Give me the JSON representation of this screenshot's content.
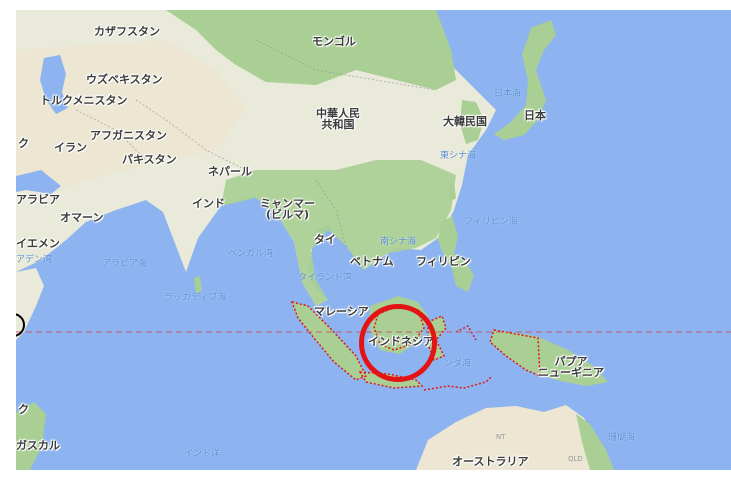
{
  "labels": {
    "kazakhstan": "カザフスタン",
    "mongolia": "モンゴル",
    "uzbekistan": "ウズベキスタン",
    "turkmenistan": "トルクメニスタン",
    "afghanistan": "アフガニスタン",
    "iran": "イラン",
    "pakistan": "パキスタン",
    "nepal": "ネパール",
    "china_line1": "中華人民",
    "china_line2": "共和国",
    "korea": "大韓民国",
    "japan": "日本",
    "arabia": "アラビア",
    "oman": "オマーン",
    "india": "インド",
    "myanmar_line1": "ミャンマー",
    "myanmar_line2": "(ビルマ)",
    "thailand": "タイ",
    "yemen": "イエメン",
    "vietnam": "ベトナム",
    "philippines": "フィリピン",
    "malaysia": "マレーシア",
    "indonesia": "インドネシア",
    "png_line1": "パプア",
    "png_line2": "ニューギニア",
    "madagascar": "ガスカル",
    "australia": "オーストラリア",
    "edge_k1": "ク",
    "edge_k2": "ク"
  },
  "seas": {
    "japan_sea": "日本海",
    "east_china_sea": "東シナ海",
    "philippine_sea": "フィリピン海",
    "south_china_sea": "南シナ海",
    "bengal_bay": "ベンガル湾",
    "arabian_sea": "アラビア海",
    "aden_gulf": "アデン湾",
    "laccadive_sea": "ラッカディブ海",
    "thailand_gulf": "タイランド湾",
    "banda_sea": "ンダ海",
    "coral_sea": "珊瑚海",
    "indian_ocean": "インド洋"
  },
  "minor": {
    "nt": "NT",
    "qld": "QLD"
  },
  "colors": {
    "ocean": "#8db4f0",
    "land": "#e9ead9",
    "green": "#a9cf94",
    "highlight": "#e31414"
  }
}
